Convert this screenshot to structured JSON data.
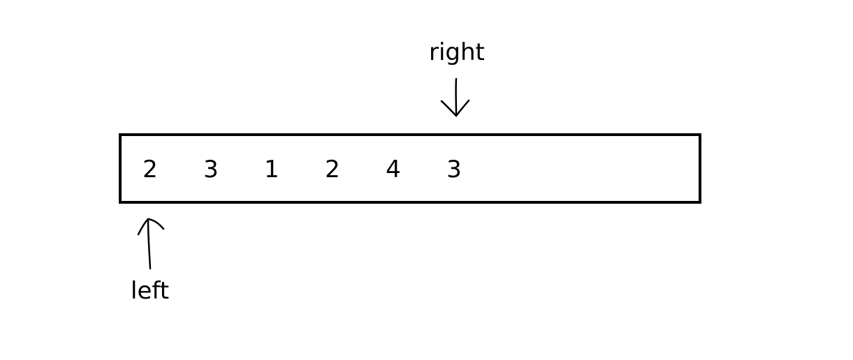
{
  "array": {
    "values": [
      "2",
      "3",
      "1",
      "2",
      "4",
      "3"
    ]
  },
  "pointers": {
    "right": {
      "label": "right",
      "index": 5
    },
    "left": {
      "label": "left",
      "index": 0
    }
  },
  "colors": {
    "stroke": "#000000",
    "background": "#ffffff"
  }
}
